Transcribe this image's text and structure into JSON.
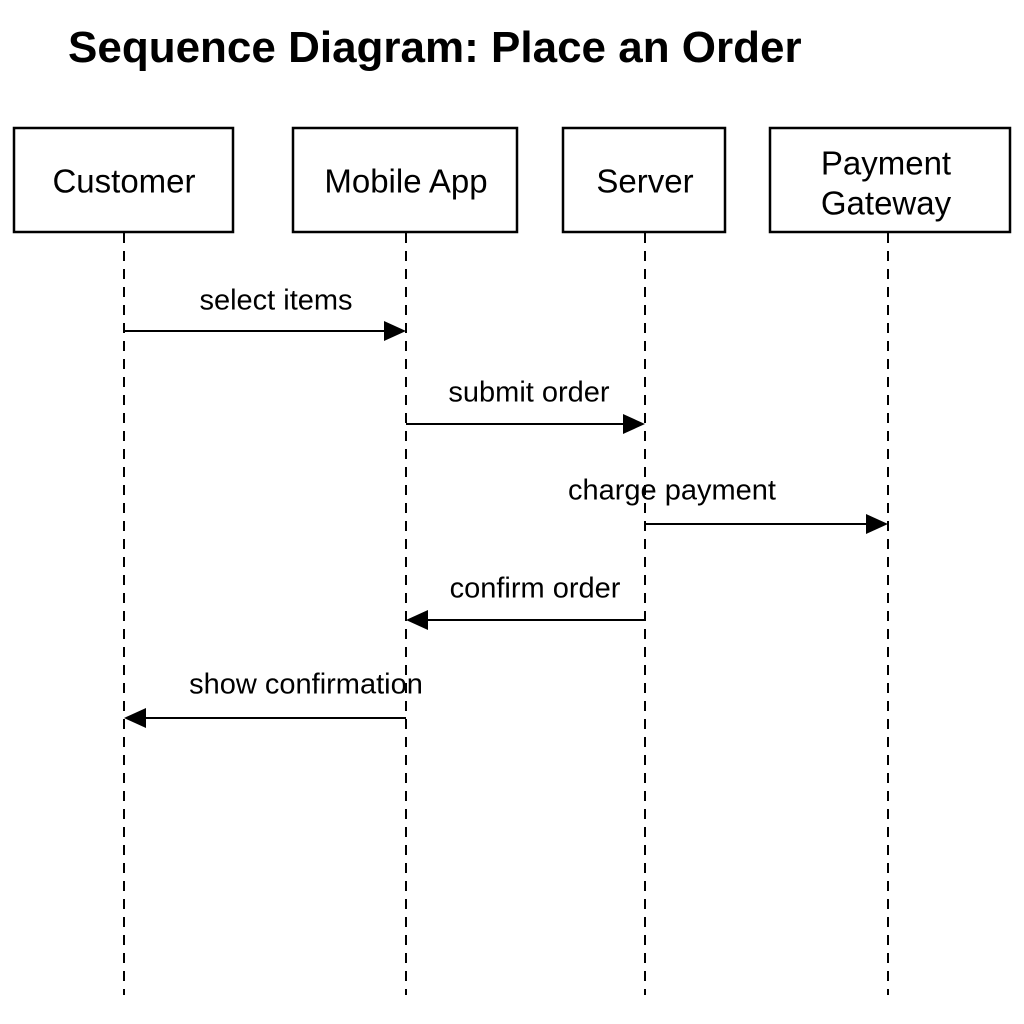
{
  "title": "Sequence Diagram: Place an Order",
  "colors": {
    "ink": "#000000",
    "background": "#ffffff"
  },
  "participants": [
    {
      "id": "customer",
      "lines": [
        "Customer"
      ]
    },
    {
      "id": "mobile-app",
      "lines": [
        "Mobile App"
      ]
    },
    {
      "id": "server",
      "lines": [
        "Server"
      ]
    },
    {
      "id": "payment-gateway",
      "lines": [
        "Payment",
        "Gateway"
      ]
    }
  ],
  "messages": [
    {
      "from": "customer",
      "to": "mobile-app",
      "label": "select items"
    },
    {
      "from": "mobile-app",
      "to": "server",
      "label": "submit order"
    },
    {
      "from": "server",
      "to": "payment-gateway",
      "label": "charge payment"
    },
    {
      "from": "server",
      "to": "mobile-app",
      "label": "confirm order"
    },
    {
      "from": "mobile-app",
      "to": "customer",
      "label": "show confirmation"
    }
  ]
}
